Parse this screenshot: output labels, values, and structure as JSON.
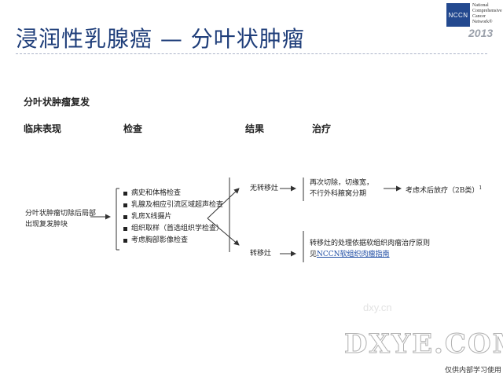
{
  "header": {
    "title": "浸润性乳腺癌 — 分叶状肿瘤",
    "logo": {
      "abbr": "NCCN",
      "name_lines": [
        "National",
        "Comprehensive",
        "Cancer",
        "Network®"
      ],
      "year": "2013"
    }
  },
  "content": {
    "subtitle": "分叶状肿瘤复发",
    "columns": [
      "临床表现",
      "检查",
      "结果",
      "治疗"
    ],
    "clinical": [
      "分叶状肿瘤切除后局部",
      "出现复发肿块"
    ],
    "workup": [
      "病史和体格检查",
      "乳腺及相应引流区域超声检查",
      "乳房X线摄片",
      "组织取样（首选组织学检查）",
      "考虑胸部影像检查"
    ],
    "results": {
      "no_mets": "无转移灶",
      "mets": "转移灶"
    },
    "treatment": {
      "no_mets_lines": [
        "再次切除，切缘宽，",
        "不行外科腋窝分期"
      ],
      "no_mets_next": "考虑术后放疗（2B类）",
      "footnote": "1",
      "mets_line1": "转移灶的处理依据软组织肉瘤治疗原则",
      "mets_prefix": "见",
      "mets_link": "NCCN软组织肉瘤指南"
    }
  },
  "watermark": {
    "brand": "DXYE.COM",
    "faint": "dxy.cn",
    "footer": "仅供内部学习使用"
  }
}
